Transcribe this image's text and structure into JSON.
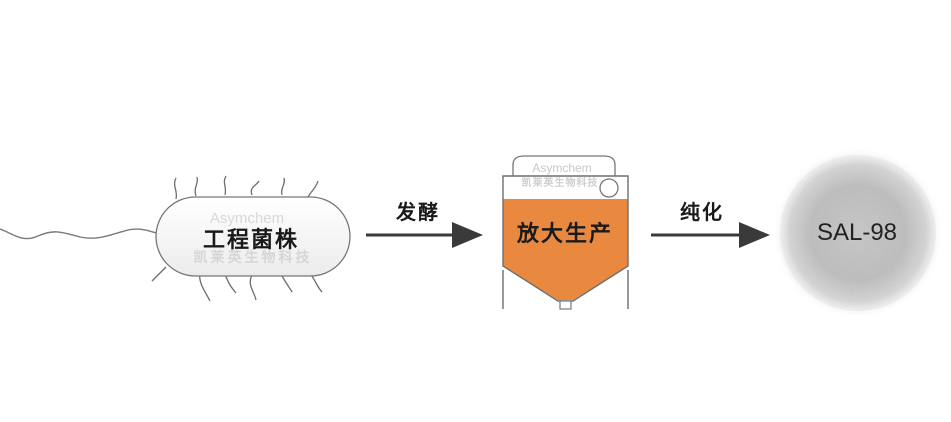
{
  "bacterium": {
    "label": "工程菌株",
    "watermark_en": "Asymchem",
    "watermark_cn": "凯莱英生物科技"
  },
  "arrow1": {
    "label": "发酵"
  },
  "fermenter": {
    "label": "放大生产",
    "watermark_en": "Asymchem",
    "watermark_cn": "凯莱英生物科技",
    "liquid_color": "#e8893f"
  },
  "arrow2": {
    "label": "纯化"
  },
  "product": {
    "label": "SAL-98"
  }
}
